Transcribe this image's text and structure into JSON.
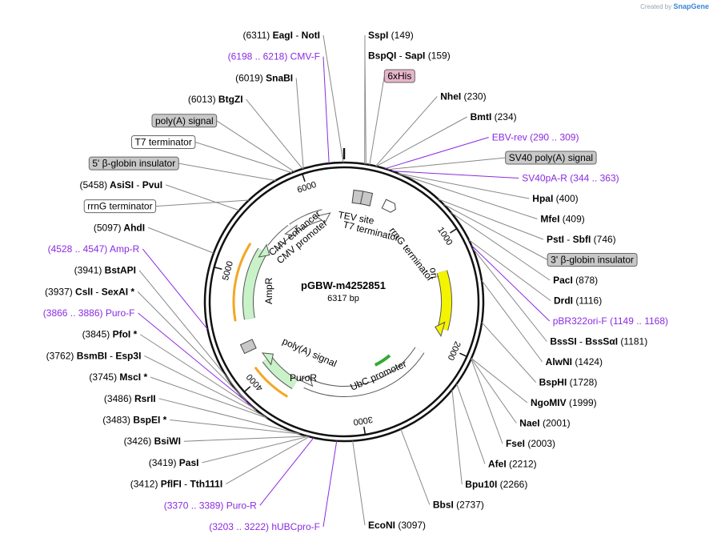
{
  "credit": {
    "prefix": "Created by",
    "brand": "SnapGene"
  },
  "plasmid": {
    "name": "pGBW-m4252851",
    "size": "6317 bp",
    "length": 6317
  },
  "colors": {
    "backbone": "#111111",
    "site_name": "#000000",
    "primer": "#8a2be2",
    "feature_box": "#c8c8c8",
    "tag_box": "#e7b5c9",
    "ori": "#f4f400",
    "resistance": "#c9f2c9",
    "orf_highlight": "#f5a623",
    "promoter": "#ffffff"
  },
  "ticks": [
    {
      "pos": 1000,
      "label": "1000"
    },
    {
      "pos": 2000,
      "label": "2000"
    },
    {
      "pos": 3000,
      "label": "3000"
    },
    {
      "pos": 4000,
      "label": "4000"
    },
    {
      "pos": 5000,
      "label": "5000"
    },
    {
      "pos": 6000,
      "label": "6000"
    }
  ],
  "right_labels": [
    {
      "kind": "site",
      "parts": [
        {
          "t": "SspI",
          "b": true
        },
        {
          "t": "(149)"
        }
      ],
      "pos": 149
    },
    {
      "kind": "site",
      "parts": [
        {
          "t": "BspQI",
          "b": true
        },
        {
          "t": "-"
        },
        {
          "t": "SapI",
          "b": true
        },
        {
          "t": "(159)"
        }
      ],
      "pos": 159
    },
    {
      "kind": "tag",
      "parts": [
        {
          "t": "6xHis"
        }
      ],
      "pos": 185
    },
    {
      "kind": "site",
      "parts": [
        {
          "t": "NheI",
          "b": true
        },
        {
          "t": "(230)"
        }
      ],
      "pos": 230
    },
    {
      "kind": "site",
      "parts": [
        {
          "t": "BmtI",
          "b": true
        },
        {
          "t": "(234)"
        }
      ],
      "pos": 234
    },
    {
      "kind": "primer",
      "parts": [
        {
          "t": "EBV-rev"
        },
        {
          "t": "(290 .. 309)"
        }
      ],
      "pos": 300
    },
    {
      "kind": "feature",
      "parts": [
        {
          "t": "SV40 poly(A) signal"
        }
      ],
      "pos": 320
    },
    {
      "kind": "primer",
      "parts": [
        {
          "t": "SV40pA-R"
        },
        {
          "t": "(344 .. 363)"
        }
      ],
      "pos": 353
    },
    {
      "kind": "site",
      "parts": [
        {
          "t": "HpaI",
          "b": true
        },
        {
          "t": "(400)"
        }
      ],
      "pos": 400
    },
    {
      "kind": "site",
      "parts": [
        {
          "t": "MfeI",
          "b": true
        },
        {
          "t": "(409)"
        }
      ],
      "pos": 409
    },
    {
      "kind": "site",
      "parts": [
        {
          "t": "PstI",
          "b": true
        },
        {
          "t": "-"
        },
        {
          "t": "SbfI",
          "b": true
        },
        {
          "t": "(746)"
        }
      ],
      "pos": 746
    },
    {
      "kind": "feature",
      "parts": [
        {
          "t": "3' β-globin insulator"
        }
      ],
      "pos": 800
    },
    {
      "kind": "site",
      "parts": [
        {
          "t": "PacI",
          "b": true
        },
        {
          "t": "(878)"
        }
      ],
      "pos": 878
    },
    {
      "kind": "site",
      "parts": [
        {
          "t": "DrdI",
          "b": true
        },
        {
          "t": "(1116)"
        }
      ],
      "pos": 1116
    },
    {
      "kind": "primer",
      "parts": [
        {
          "t": "pBR322ori-F"
        },
        {
          "t": "(1149 .. 1168)"
        }
      ],
      "pos": 1158
    },
    {
      "kind": "site",
      "parts": [
        {
          "t": "BssSI",
          "b": true
        },
        {
          "t": "-"
        },
        {
          "t": "BssSαI",
          "b": true
        },
        {
          "t": "(1181)"
        }
      ],
      "pos": 1181
    },
    {
      "kind": "site",
      "parts": [
        {
          "t": "AlwNI",
          "b": true
        },
        {
          "t": "(1424)"
        }
      ],
      "pos": 1424
    },
    {
      "kind": "site",
      "parts": [
        {
          "t": "BspHI",
          "b": true
        },
        {
          "t": "(1728)"
        }
      ],
      "pos": 1728
    },
    {
      "kind": "site",
      "parts": [
        {
          "t": "NgoMIV",
          "b": true
        },
        {
          "t": "(1999)"
        }
      ],
      "pos": 1999
    },
    {
      "kind": "site",
      "parts": [
        {
          "t": "NaeI",
          "b": true
        },
        {
          "t": "(2001)"
        }
      ],
      "pos": 2001
    },
    {
      "kind": "site",
      "parts": [
        {
          "t": "FseI",
          "b": true
        },
        {
          "t": "(2003)"
        }
      ],
      "pos": 2003
    },
    {
      "kind": "site",
      "parts": [
        {
          "t": "AfeI",
          "b": true
        },
        {
          "t": "(2212)"
        }
      ],
      "pos": 2212
    },
    {
      "kind": "site",
      "parts": [
        {
          "t": "Bpu10I",
          "b": true
        },
        {
          "t": "(2266)"
        }
      ],
      "pos": 2266
    },
    {
      "kind": "site",
      "parts": [
        {
          "t": "BbsI",
          "b": true
        },
        {
          "t": "(2737)"
        }
      ],
      "pos": 2737
    },
    {
      "kind": "site",
      "parts": [
        {
          "t": "EcoNI",
          "b": true
        },
        {
          "t": "(3097)"
        }
      ],
      "pos": 3097
    }
  ],
  "left_labels": [
    {
      "kind": "site",
      "parts": [
        {
          "t": "(6311)"
        },
        {
          "t": "EagI",
          "b": true
        },
        {
          "t": "-"
        },
        {
          "t": "NotI",
          "b": true
        }
      ],
      "pos": 6311
    },
    {
      "kind": "primer",
      "parts": [
        {
          "t": "(6198 .. 6218)"
        },
        {
          "t": "CMV-F"
        }
      ],
      "pos": 6208
    },
    {
      "kind": "site",
      "parts": [
        {
          "t": "(6019)"
        },
        {
          "t": "SnaBI",
          "b": true
        }
      ],
      "pos": 6019
    },
    {
      "kind": "site",
      "parts": [
        {
          "t": "(6013)"
        },
        {
          "t": "BtgZI",
          "b": true
        }
      ],
      "pos": 6013
    },
    {
      "kind": "feature",
      "parts": [
        {
          "t": "poly(A) signal"
        }
      ],
      "pos": 5950
    },
    {
      "kind": "feature_white",
      "parts": [
        {
          "t": "T7 terminator"
        }
      ],
      "pos": 5930
    },
    {
      "kind": "feature",
      "parts": [
        {
          "t": "5' β-globin insulator"
        }
      ],
      "pos": 5800
    },
    {
      "kind": "site",
      "parts": [
        {
          "t": "(5458)"
        },
        {
          "t": "AsiSI",
          "b": true
        },
        {
          "t": "-"
        },
        {
          "t": "PvuI",
          "b": true
        }
      ],
      "pos": 5458
    },
    {
      "kind": "feature_white",
      "parts": [
        {
          "t": "rrnG terminator"
        }
      ],
      "pos": 5560
    },
    {
      "kind": "site",
      "parts": [
        {
          "t": "(5097)"
        },
        {
          "t": "AhdI",
          "b": true
        }
      ],
      "pos": 5097
    },
    {
      "kind": "primer",
      "parts": [
        {
          "t": "(4528 .. 4547)"
        },
        {
          "t": "Amp-R"
        }
      ],
      "pos": 4538
    },
    {
      "kind": "site",
      "parts": [
        {
          "t": "(3941)"
        },
        {
          "t": "BstAPI",
          "b": true
        }
      ],
      "pos": 3941
    },
    {
      "kind": "site",
      "parts": [
        {
          "t": "(3937)"
        },
        {
          "t": "CslI",
          "b": true
        },
        {
          "t": "-"
        },
        {
          "t": "SexAI *",
          "b": true
        }
      ],
      "pos": 3937
    },
    {
      "kind": "primer",
      "parts": [
        {
          "t": "(3866 .. 3886)"
        },
        {
          "t": "Puro-F"
        }
      ],
      "pos": 3876
    },
    {
      "kind": "site",
      "parts": [
        {
          "t": "(3845)"
        },
        {
          "t": "PfoI *",
          "b": true
        }
      ],
      "pos": 3845
    },
    {
      "kind": "site",
      "parts": [
        {
          "t": "(3762)"
        },
        {
          "t": "BsmBI",
          "b": true
        },
        {
          "t": "-"
        },
        {
          "t": "Esp3I",
          "b": true
        }
      ],
      "pos": 3762
    },
    {
      "kind": "site",
      "parts": [
        {
          "t": "(3745)"
        },
        {
          "t": "MscI *",
          "b": true
        }
      ],
      "pos": 3745
    },
    {
      "kind": "site",
      "parts": [
        {
          "t": "(3486)"
        },
        {
          "t": "RsrII",
          "b": true
        }
      ],
      "pos": 3486
    },
    {
      "kind": "site",
      "parts": [
        {
          "t": "(3483)"
        },
        {
          "t": "BspEI *",
          "b": true
        }
      ],
      "pos": 3483
    },
    {
      "kind": "site",
      "parts": [
        {
          "t": "(3426)"
        },
        {
          "t": "BsiWI",
          "b": true
        }
      ],
      "pos": 3426
    },
    {
      "kind": "site",
      "parts": [
        {
          "t": "(3419)"
        },
        {
          "t": "PasI",
          "b": true
        }
      ],
      "pos": 3419
    },
    {
      "kind": "site",
      "parts": [
        {
          "t": "(3412)"
        },
        {
          "t": "PflFI",
          "b": true
        },
        {
          "t": "-"
        },
        {
          "t": "Tth111I",
          "b": true
        }
      ],
      "pos": 3412
    },
    {
      "kind": "primer",
      "parts": [
        {
          "t": "(3370 .. 3389)"
        },
        {
          "t": "Puro-R"
        }
      ],
      "pos": 3380
    },
    {
      "kind": "primer",
      "parts": [
        {
          "t": "(3203 .. 3222)"
        },
        {
          "t": "hUBCpro-F"
        }
      ],
      "pos": 3212
    }
  ],
  "inner_features": [
    {
      "name": "TEV site",
      "type": "box",
      "pos": 130
    },
    {
      "name": "T7 terminator",
      "type": "box",
      "pos": 215
    },
    {
      "name": "rrnG terminator",
      "type": "arrow",
      "pos": 450
    },
    {
      "name": "ori",
      "type": "ori",
      "start": 1280,
      "end": 1850
    },
    {
      "name": "UbC promoter",
      "type": "promoter",
      "start": 2150,
      "end": 3600
    },
    {
      "name": "PuroR",
      "type": "resistance",
      "start": 3700,
      "end": 4100
    },
    {
      "name": "poly(A) signal",
      "type": "box",
      "pos": 4300
    },
    {
      "name": "AmpR",
      "type": "resistance",
      "start": 4560,
      "end": 5300
    },
    {
      "name": "CMV enhancer",
      "type": "promoter",
      "start": 5700,
      "end": 6080
    },
    {
      "name": "CMV promoter",
      "type": "promoter",
      "start": 5380,
      "end": 5680
    }
  ],
  "inner_labels": [
    {
      "text": "TEV site"
    },
    {
      "text": "T7 terminator"
    },
    {
      "text": "rrnG terminator"
    },
    {
      "text": "ori"
    },
    {
      "text": "UbC promoter"
    },
    {
      "text": "PuroR"
    },
    {
      "text": "poly(A) signal"
    },
    {
      "text": "AmpR"
    },
    {
      "text": "CMV enhancer"
    },
    {
      "text": "CMV promoter"
    }
  ]
}
